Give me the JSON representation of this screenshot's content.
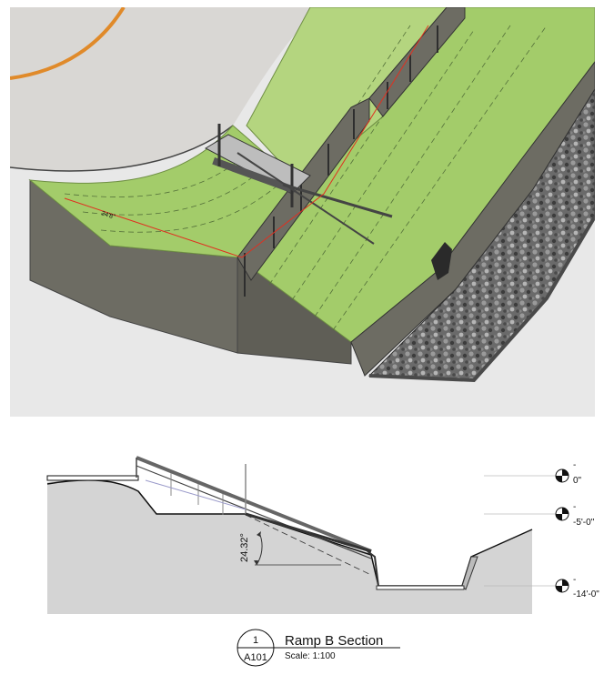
{
  "render_view": {
    "elevation_dimension_text": "24'8\""
  },
  "section": {
    "angle_label": "24.32°",
    "levels": [
      {
        "dash": "-",
        "value": "0\""
      },
      {
        "dash": "-",
        "value": "-5'-0\""
      },
      {
        "dash": "-",
        "value": "-14'-0\""
      }
    ]
  },
  "title_block": {
    "number": "1",
    "sheet": "A101",
    "title": "Ramp B Section",
    "scale": "Scale: 1:100"
  },
  "colors": {
    "grass": "#a3cc6a",
    "concrete_side": "#6d6c63",
    "plaza": "#d9d7d4",
    "edge_orange": "#e08a2a",
    "section_fill": "#d4d4d4",
    "dim_red": "#e03020"
  }
}
